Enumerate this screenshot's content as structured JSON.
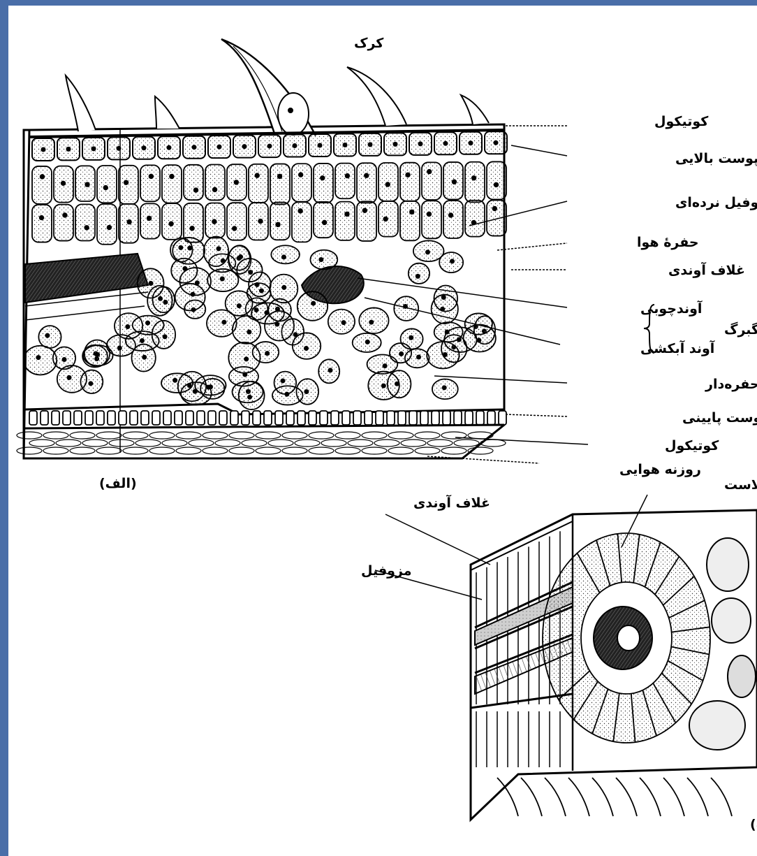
{
  "figure_a": {
    "panel_label": "(الف)",
    "labels": {
      "trichome": "کرک",
      "cuticle_top": "کوتیکول",
      "upper_epidermis": "روپوست بالایی",
      "palisade_mesophyll": "مزوفیل نرده‌ای",
      "air_space": "حفرهٔ هوا",
      "bundle_sheath": "غلاف آوندی",
      "xylem": "آوندچوبی",
      "phloem": "آوند آبکشی",
      "vein": "رگبرگ",
      "spongy_mesophyll": "مزوفیل حفره‌دار",
      "lower_epidermis": "روپوست پایینی",
      "cuticle_bottom": "کوتیکول",
      "stoma": "روزنه هوایی"
    }
  },
  "figure_b": {
    "panel_label": "(ب)",
    "labels": {
      "chloroplast": "کلروپلاست",
      "bundle_sheath": "غلاف آوندی",
      "mesophyll": "مزوفیل"
    }
  }
}
